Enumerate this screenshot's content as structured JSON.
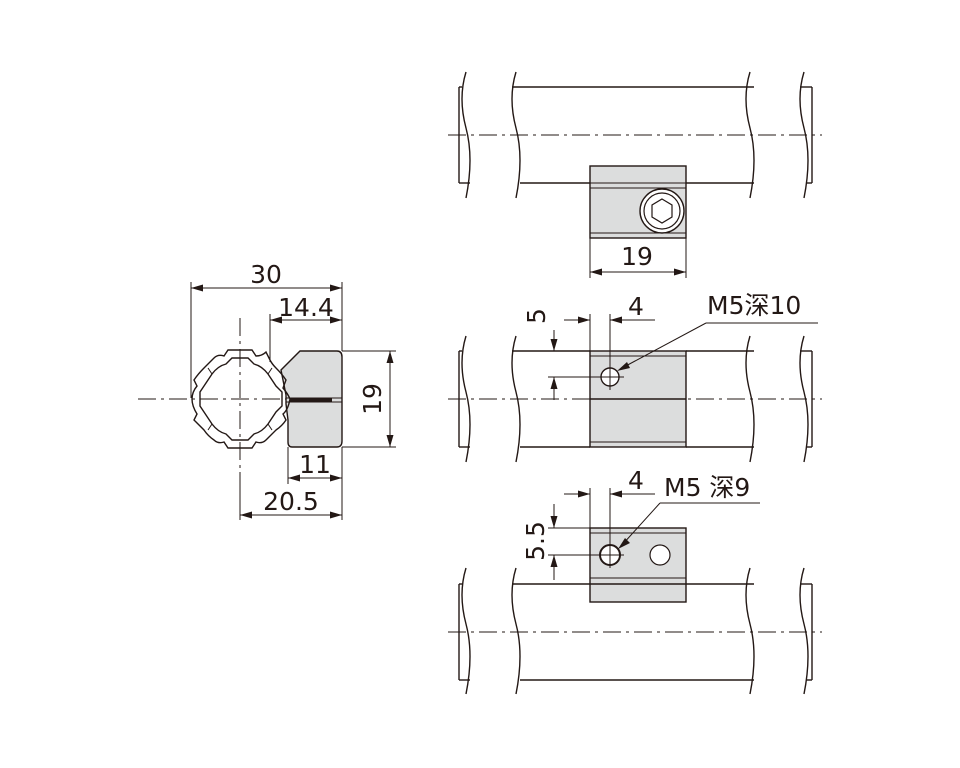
{
  "dimensions": {
    "width_overall": "30",
    "width_clamp": "14.4",
    "height_clamp": "19",
    "width_bottom": "11",
    "offset_bottom": "20.5",
    "block_width": "19",
    "hole1_offset_v": "5",
    "hole1_offset_h": "4",
    "hole2_offset_h": "4",
    "hole2_offset_v": "5.5"
  },
  "callouts": {
    "hole1": "M5深10",
    "hole2": "M5 深9"
  },
  "colors": {
    "line": "#231815",
    "part_fill": "#dcdddd"
  }
}
